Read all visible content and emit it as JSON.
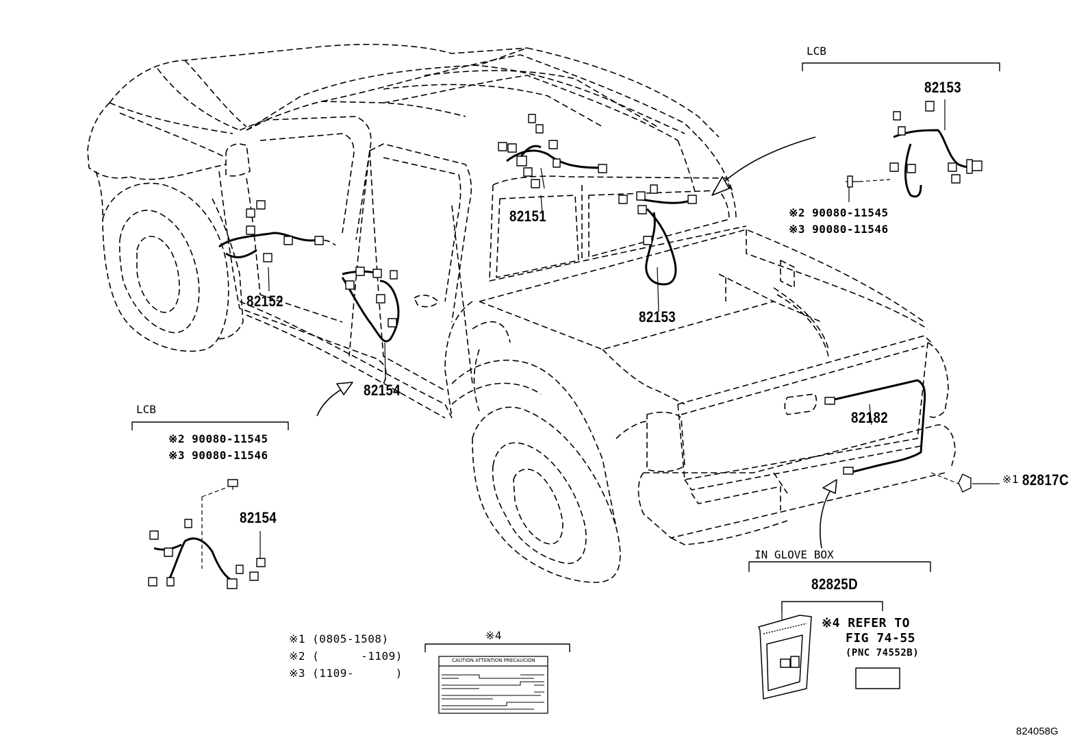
{
  "labels": {
    "part_82151": "82151",
    "part_82152": "82152",
    "part_82153_body": "82153",
    "part_82153_detail": "82153",
    "part_82154_body": "82154",
    "part_82154_detail": "82154",
    "part_82182": "82182",
    "part_82817c": "82817C",
    "part_82817c_mark": "※1",
    "part_82825d": "82825D",
    "lcb_top": "LCB",
    "lcb_left": "LCB",
    "in_glove_box": "IN GLOVE BOX",
    "bolt_top_1": "※2 90080-11545",
    "bolt_top_2": "※3 90080-11546",
    "bolt_left_1": "※2 90080-11545",
    "bolt_left_2": "※3 90080-11546",
    "refer_1": "※4 REFER TO",
    "refer_2": "FIG 74-55",
    "refer_3": "(PNC 74552B)",
    "note_mark_4": "※4",
    "foot_1": "※1 (0805-1508)",
    "foot_2": "※2 (      -1109)",
    "foot_3": "※3 (1109-      )",
    "caution_label": "CAUTION ATTENTION PRECAUCION",
    "figure_id": "824058G"
  }
}
